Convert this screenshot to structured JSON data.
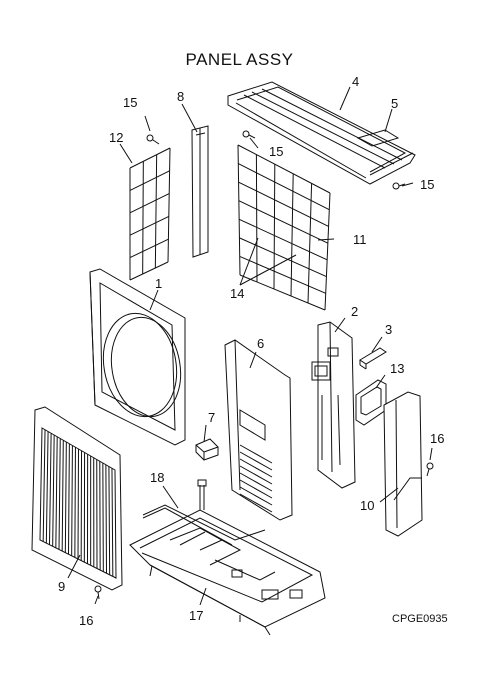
{
  "diagram": {
    "title": "PANEL ASSY",
    "code": "CPGE0935",
    "callouts": [
      "1",
      "2",
      "3",
      "4",
      "5",
      "6",
      "7",
      "8",
      "9",
      "10",
      "11",
      "12",
      "13",
      "14",
      "15",
      "16",
      "17",
      "18"
    ]
  }
}
